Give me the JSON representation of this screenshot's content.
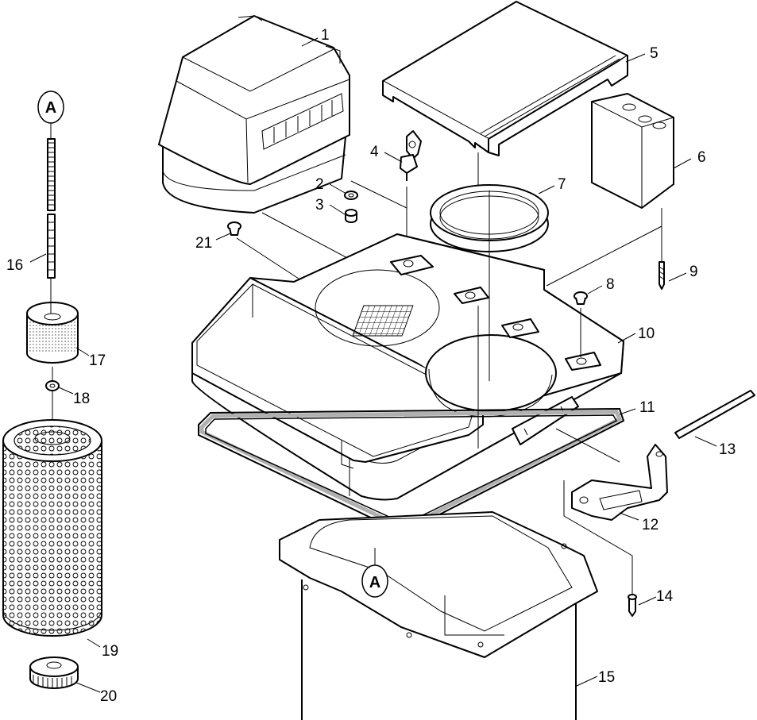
{
  "callouts": [
    {
      "id": "A",
      "text": "A"
    },
    {
      "id": "A2",
      "text": "A"
    }
  ],
  "parts": [
    {
      "number": "1"
    },
    {
      "number": "2"
    },
    {
      "number": "3"
    },
    {
      "number": "4"
    },
    {
      "number": "5"
    },
    {
      "number": "6"
    },
    {
      "number": "7"
    },
    {
      "number": "8"
    },
    {
      "number": "9"
    },
    {
      "number": "10"
    },
    {
      "number": "11"
    },
    {
      "number": "12"
    },
    {
      "number": "13"
    },
    {
      "number": "14"
    },
    {
      "number": "15"
    },
    {
      "number": "16"
    },
    {
      "number": "17"
    },
    {
      "number": "18"
    },
    {
      "number": "19"
    },
    {
      "number": "20"
    },
    {
      "number": "21"
    }
  ]
}
